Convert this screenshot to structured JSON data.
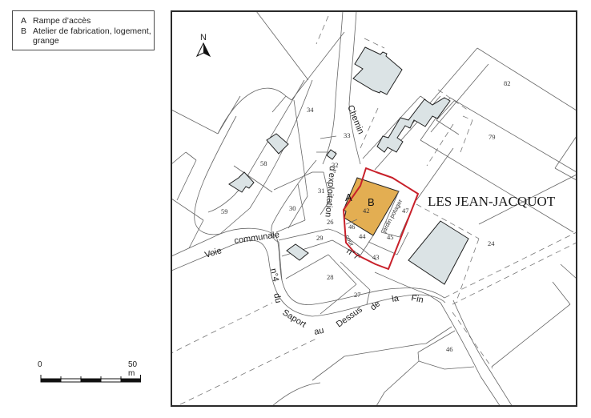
{
  "legend": {
    "items": [
      {
        "key": "A",
        "text": "Rampe d’accès"
      },
      {
        "key": "B",
        "text": "Atelier de fabrication, logement,"
      },
      {
        "key": "",
        "text": "grange"
      }
    ]
  },
  "scalebar": {
    "start_label": "0",
    "end_label": "50 m",
    "segments": 5
  },
  "north_arrow": {
    "label": "N"
  },
  "place_name": "LES JEAN-JACQUOT",
  "markers": {
    "A": "A",
    "B": "B"
  },
  "roads": {
    "chemin": "Chemin",
    "exploitation": "d’exploitation",
    "voie": "Voie",
    "communale": "communale",
    "n4": "n°4",
    "du": "du",
    "saport": "Saport",
    "au": "au",
    "dessus": "Dessus",
    "de": "de",
    "la": "la",
    "fin": "Fin",
    "n7": "n°7"
  },
  "small_labels": {
    "cour": "cour",
    "jardin": "jardin potager"
  },
  "parcels": {
    "p82": "82",
    "p79": "79",
    "p34": "34",
    "p33": "33",
    "p32": "32",
    "p58": "58",
    "p59": "59",
    "p31": "31",
    "p30": "30",
    "p26": "26",
    "p29": "29",
    "p28": "28",
    "p27": "27",
    "p42": "42",
    "p47": "47",
    "p46a": "46",
    "p44": "44",
    "p45": "45",
    "p43": "43",
    "p24": "24",
    "p46b": "46"
  },
  "colors": {
    "highlight_fill": "#e3ae52",
    "boundary_red": "#c8202a",
    "building_fill": "#dbe3e5",
    "line": "#555555",
    "frame": "#2a2a2a"
  }
}
